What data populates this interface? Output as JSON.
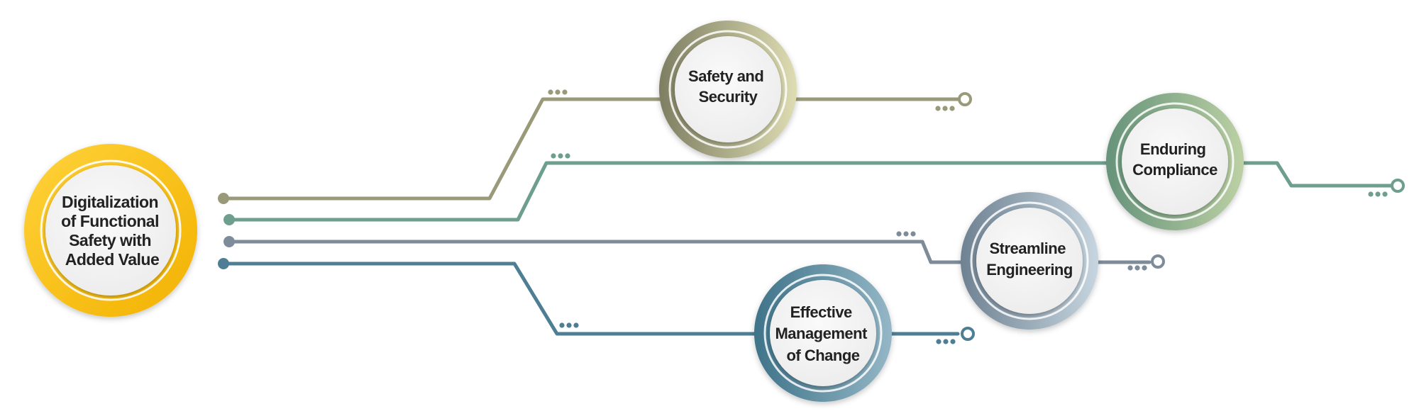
{
  "hub": {
    "label_lines": [
      "Digitalization",
      "of Functional",
      "Safety with",
      "Added Value"
    ]
  },
  "nodes": [
    {
      "id": "safety-and-security",
      "label_lines": [
        "Safety and",
        "Security"
      ]
    },
    {
      "id": "enduring-compliance",
      "label_lines": [
        "Enduring",
        "Compliance"
      ]
    },
    {
      "id": "streamline-engineering",
      "label_lines": [
        "Streamline",
        "Engineering"
      ]
    },
    {
      "id": "effective-management-of-change",
      "label_lines": [
        "Effective",
        "Management",
        "of Change"
      ]
    }
  ],
  "colors": {
    "hub_ring": "#F5BA0A",
    "hub_ring_light": "#FFD84A",
    "safety_line": "#9A9A7A",
    "safety_ring_dark": "#8A8A6C",
    "safety_ring_light": "#D8D6AC",
    "compliance_line": "#6E9E8E",
    "compliance_ring_dark": "#6F9A80",
    "compliance_ring_light": "#B8CCA0",
    "streamline_line": "#7E8C9A",
    "streamline_ring_dark": "#7A8D9C",
    "streamline_ring_light": "#BFCFDA",
    "change_line": "#4E7E94",
    "change_ring_dark": "#467A92",
    "change_ring_light": "#8FB2C2",
    "inner_face": "#F4F3F3",
    "text": "#222222"
  }
}
